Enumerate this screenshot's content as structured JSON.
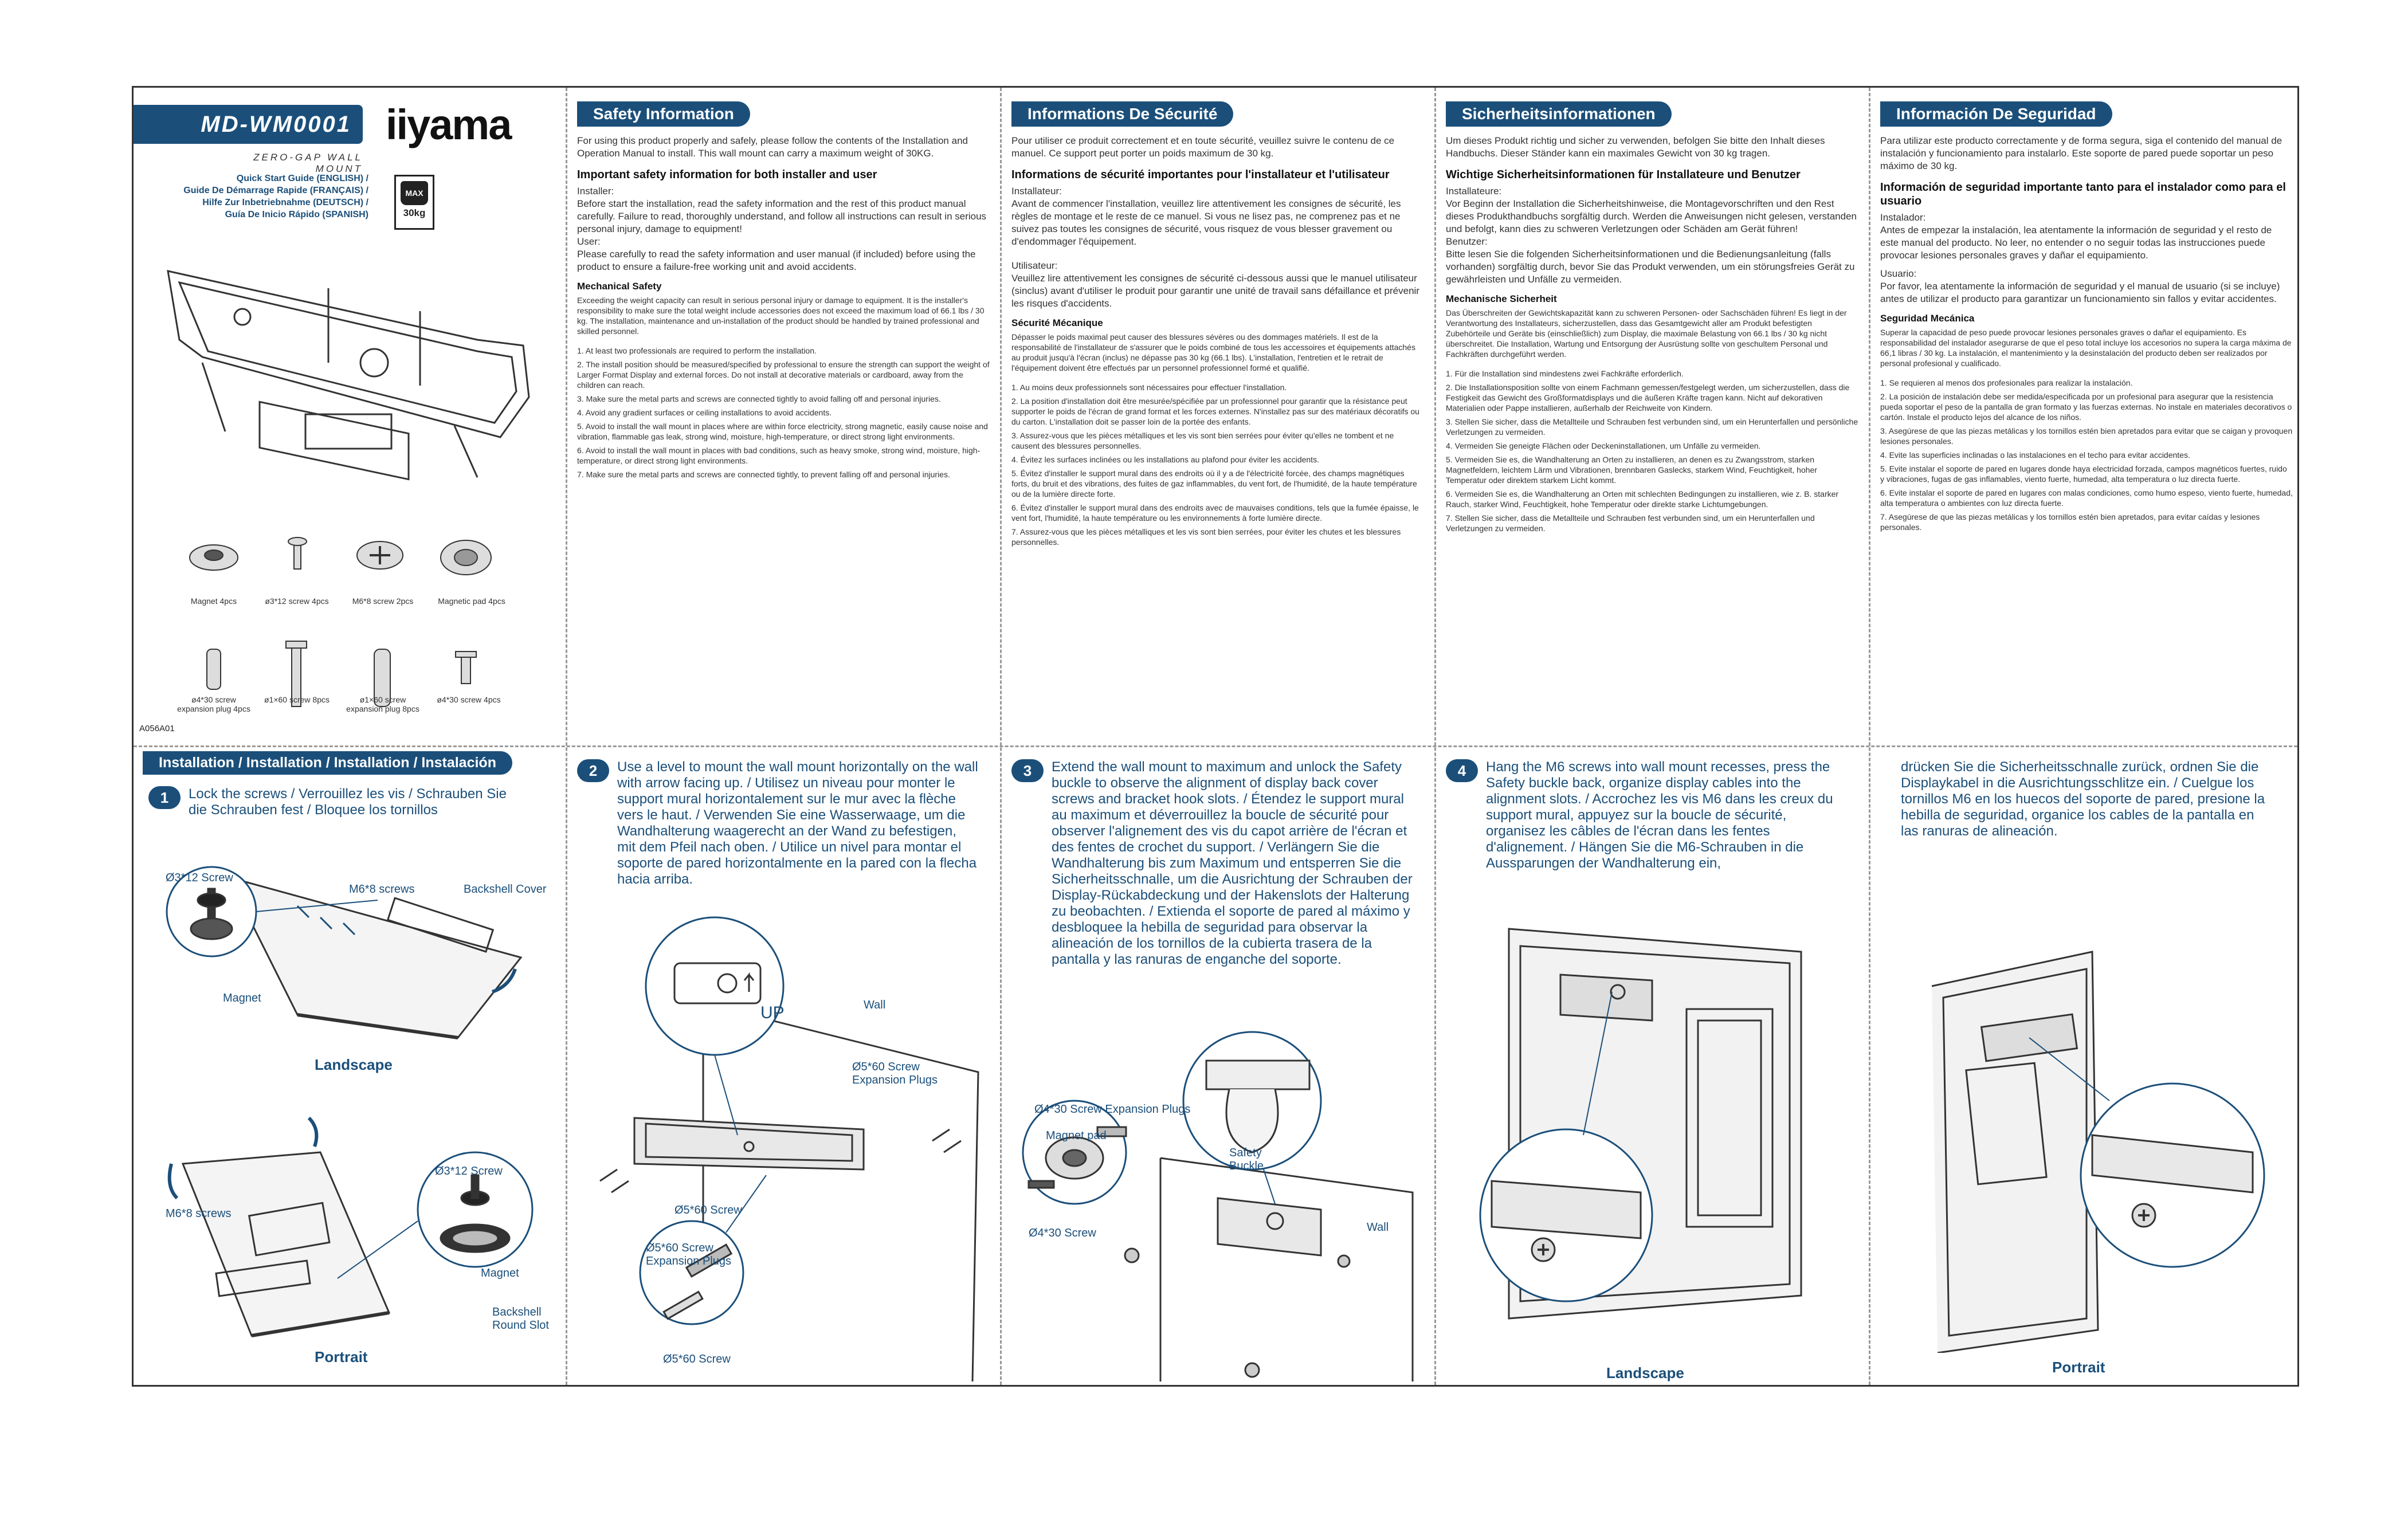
{
  "header": {
    "model": "MD-WM0001",
    "brand": "iiyama",
    "subtitle": "ZERO-GAP WALL MOUNT",
    "guides": [
      "Quick Start Guide (ENGLISH) /",
      "Guide De Démarrage Rapide (FRANÇAIS) /",
      "Hilfe Zur Inbetriebnahme (DEUTSCH) /",
      "Guía De Inicio Rápido (SPANISH)"
    ],
    "max_label": "MAX",
    "max_weight": "30kg",
    "doc_code": "A056A01"
  },
  "parts": [
    {
      "name": "Magnet 4pcs"
    },
    {
      "name": "ø3*12 screw 4pcs"
    },
    {
      "name": "M6*8 screw 2pcs"
    },
    {
      "name": "Magnetic pad 4pcs"
    },
    {
      "name": "ø4*30 screw expansion plug 4pcs"
    },
    {
      "name": "ø1×60 screw 8pcs"
    },
    {
      "name": "ø1×60 screw expansion plug 8pcs"
    },
    {
      "name": "ø4*30 screw 4pcs"
    }
  ],
  "sections": [
    {
      "title": "Safety Information",
      "intro": "For using this product properly and safely, please follow the contents of the Installation and Operation Manual to install. This wall mount can carry a maximum weight of 30KG.",
      "heading": "Important safety information for both installer and user",
      "body": [
        "Installer:",
        "Before start the installation, read the safety information and the rest of this product manual carefully. Failure to read, thoroughly understand, and follow all instructions can result in serious personal injury, damage to equipment!",
        "User:",
        "Please carefully to read the safety information and user manual (if included) before using the product to ensure a failure-free working unit and avoid accidents."
      ],
      "mech_title": "Mechanical Safety",
      "mech_body": "Exceeding the weight capacity can result in serious personal injury or damage to equipment. It is the installer's responsibility to make sure the total weight include accessories does not exceed the maximum load of 66.1 lbs / 30 kg. The installation, maintenance and un-installation of the product should be handled by trained professional and skilled personnel.",
      "items": [
        "1. At least two professionals are required to perform the installation.",
        "2. The install position should be measured/specified by professional to ensure the strength can support the weight of Larger Format Display and external forces. Do not install at decorative materials or cardboard, away from the children can reach.",
        "3. Make sure the metal parts and screws are connected tightly to avoid falling off and personal injuries.",
        "4. Avoid any gradient surfaces or ceiling installations to avoid accidents.",
        "5. Avoid to install the wall mount in places where are within force electricity, strong magnetic, easily cause noise and vibration, flammable gas leak, strong wind, moisture, high-temperature, or direct strong light environments.",
        "6. Avoid to install the wall mount in places with bad conditions, such as heavy smoke, strong wind, moisture, high-temperature, or direct strong light environments.",
        "7. Make sure the metal parts and screws are connected tightly, to prevent falling off and personal injuries."
      ]
    },
    {
      "title": "Informations De Sécurité",
      "intro": "Pour utiliser ce produit correctement et en toute sécurité, veuillez suivre le contenu de ce manuel. Ce support peut porter un poids maximum de 30 kg.",
      "heading": "Informations de sécurité importantes pour l'installateur et l'utilisateur",
      "body": [
        "Installateur:",
        "Avant de commencer l'installation, veuillez lire attentivement les consignes de sécurité, les règles de montage et le reste de ce manuel. Si vous ne lisez pas, ne comprenez pas et ne suivez pas toutes les consignes de sécurité, vous risquez de vous blesser gravement ou d'endommager l'équipement.",
        "Utilisateur:",
        "Veuillez lire attentivement les consignes de sécurité ci-dessous aussi que le manuel utilisateur (sinclus) avant d'utiliser le produit pour garantir une unité de travail sans défaillance et prévenir les risques d'accidents."
      ],
      "mech_title": "Sécurité Mécanique",
      "mech_body": "Dépasser le poids maximal peut causer des blessures sévères ou des dommages matériels. Il est de la responsabilité de l'installateur de s'assurer que le poids combiné de tous les accessoires et équipements attachés au produit jusqu'à l'écran (inclus) ne dépasse pas 30 kg (66.1 lbs). L'installation, l'entretien et le retrait de l'équipement doivent être effectués par un personnel professionnel formé et qualifié.",
      "items": [
        "1. Au moins deux professionnels sont nécessaires pour effectuer l'installation.",
        "2. La position d'installation doit être mesurée/spécifiée par un professionnel pour garantir que la résistance peut supporter le poids de l'écran de grand format et les forces externes. N'installez pas sur des matériaux décoratifs ou du carton. L'installation doit se passer loin de la portée des enfants.",
        "3. Assurez-vous que les pièces métalliques et les vis sont bien serrées pour éviter qu'elles ne tombent et ne causent des blessures personnelles.",
        "4. Évitez les surfaces inclinées ou les installations au plafond pour éviter les accidents.",
        "5. Évitez d'installer le support mural dans des endroits où il y a de l'électricité forcée, des champs magnétiques forts, du bruit et des vibrations, des fuites de gaz inflammables, du vent fort, de l'humidité, de la haute température ou de la lumière directe forte.",
        "6. Évitez d'installer le support mural dans des endroits avec de mauvaises conditions, tels que la fumée épaisse, le vent fort, l'humidité, la haute température ou les environnements à forte lumière directe.",
        "7. Assurez-vous que les pièces métalliques et les vis sont bien serrées, pour éviter les chutes et les blessures personnelles."
      ]
    },
    {
      "title": "Sicherheitsinformationen",
      "intro": "Um dieses Produkt richtig und sicher zu verwenden, befolgen Sie bitte den Inhalt dieses Handbuchs. Dieser Ständer kann ein maximales Gewicht von 30 kg tragen.",
      "heading": "Wichtige Sicherheitsinformationen für Installateure und Benutzer",
      "body": [
        "Installateure:",
        "Vor Beginn der Installation die Sicherheitshinweise, die Montagevorschriften und den Rest dieses Produkthandbuchs sorgfältig durch. Werden die Anweisungen nicht gelesen, verstanden und befolgt, kann dies zu schweren Verletzungen oder Schäden am Gerät führen!",
        "Benutzer:",
        "Bitte lesen Sie die folgenden Sicherheitsinformationen und die Bedienungsanleitung (falls vorhanden) sorgfältig durch, bevor Sie das Produkt verwenden, um ein störungsfreies Gerät zu gewährleisten und Unfälle zu vermeiden."
      ],
      "mech_title": "Mechanische Sicherheit",
      "mech_body": "Das Überschreiten der Gewichtskapazität kann zu schweren Personen- oder Sachschäden führen! Es liegt in der Verantwortung des Installateurs, sicherzustellen, dass das Gesamtgewicht aller am Produkt befestigten Zubehörteile und Geräte bis (einschließlich) zum Display, die maximale Belastung von 66.1 lbs / 30 kg nicht überschreitet. Die Installation, Wartung und Entsorgung der Ausrüstung sollte von geschultem Personal und Fachkräften durchgeführt werden.",
      "items": [
        "1. Für die Installation sind mindestens zwei Fachkräfte erforderlich.",
        "2. Die Installationsposition sollte von einem Fachmann gemessen/festgelegt werden, um sicherzustellen, dass die Festigkeit das Gewicht des Großformatdisplays und die äußeren Kräfte tragen kann. Nicht auf dekorativen Materialien oder Pappe installieren, außerhalb der Reichweite von Kindern.",
        "3. Stellen Sie sicher, dass die Metallteile und Schrauben fest verbunden sind, um ein Herunterfallen und persönliche Verletzungen zu vermeiden.",
        "4. Vermeiden Sie geneigte Flächen oder Deckeninstallationen, um Unfälle zu vermeiden.",
        "5. Vermeiden Sie es, die Wandhalterung an Orten zu installieren, an denen es zu Zwangsstrom, starken Magnetfeldern, leichtem Lärm und Vibrationen, brennbaren Gaslecks, starkem Wind, Feuchtigkeit, hoher Temperatur oder direktem starkem Licht kommt.",
        "6. Vermeiden Sie es, die Wandhalterung an Orten mit schlechten Bedingungen zu installieren, wie z. B. starker Rauch, starker Wind, Feuchtigkeit, hohe Temperatur oder direkte starke Lichtumgebungen.",
        "7. Stellen Sie sicher, dass die Metallteile und Schrauben fest verbunden sind, um ein Herunterfallen und Verletzungen zu vermeiden."
      ]
    },
    {
      "title": "Información De Seguridad",
      "intro": "Para utilizar este producto correctamente y de forma segura, siga el contenido del manual de instalación y funcionamiento para instalarlo. Este soporte de pared puede soportar un peso máximo de 30 kg.",
      "heading": "Información de seguridad importante tanto para el instalador como para el usuario",
      "body": [
        "Instalador:",
        "Antes de empezar la instalación, lea atentamente la información de seguridad y el resto de este manual del producto. No leer, no entender o no seguir todas las instrucciones puede provocar lesiones personales graves y dañar el equipamiento.",
        "Usuario:",
        "Por favor, lea atentamente la información de seguridad y el manual de usuario (si se incluye) antes de utilizar el producto para garantizar un funcionamiento sin fallos y evitar accidentes."
      ],
      "mech_title": "Seguridad Mecánica",
      "mech_body": "Superar la capacidad de peso puede provocar lesiones personales graves o dañar el equipamiento. Es responsabilidad del instalador asegurarse de que el peso total incluye los accesorios no supera la carga máxima de 66,1 libras / 30 kg. La instalación, el mantenimiento y la desinstalación del producto deben ser realizados por personal profesional y cualificado.",
      "items": [
        "1. Se requieren al menos dos profesionales para realizar la instalación.",
        "2. La posición de instalación debe ser medida/especificada por un profesional para asegurar que la resistencia pueda soportar el peso de la pantalla de gran formato y las fuerzas externas. No instale en materiales decorativos o cartón. Instale el producto lejos del alcance de los niños.",
        "3. Asegúrese de que las piezas metálicas y los tornillos estén bien apretados para evitar que se caigan y provoquen lesiones personales.",
        "4. Evite las superficies inclinadas o las instalaciones en el techo para evitar accidentes.",
        "5. Evite instalar el soporte de pared en lugares donde haya electricidad forzada, campos magnéticos fuertes, ruido y vibraciones, fugas de gas inflamables, viento fuerte, humedad, alta temperatura o luz directa fuerte.",
        "6. Evite instalar el soporte de pared en lugares con malas condiciones, como humo espeso, viento fuerte, humedad, alta temperatura o ambientes con luz directa fuerte.",
        "7. Asegúrese de que las piezas metálicas y los tornillos estén bien apretados, para evitar caídas y lesiones personales."
      ]
    }
  ],
  "install": {
    "title": "Installation / Installation / Installation / Instalación",
    "step1": {
      "no": "1",
      "text": "Lock the screws / Verrouillez les vis / Schrauben Sie die Schrauben fest / Bloquee los tornillos"
    },
    "labels": {
      "s312": "Ø3*12 Screw",
      "m68": "M6*8 screws",
      "backshell": "Backshell Cover",
      "magnet": "Magnet",
      "landscape": "Landscape",
      "portrait": "Portrait",
      "round_slot": "Backshell Round Slot"
    },
    "step2": {
      "no": "2",
      "text": "Use a level to mount the wall mount horizontally on the wall with arrow facing up. / Utilisez un niveau pour monter le support mural horizontalement sur le mur avec la flèche vers le haut. / Verwenden Sie eine Wasserwaage, um die Wandhalterung waagerecht an der Wand zu befestigen, mit dem Pfeil nach oben. / Utilice un nivel para montar el soporte de pared horizontalmente en la pared con la flecha hacia arriba.",
      "up": "UP",
      "wall": "Wall",
      "plugs": "Ø5*60 Screw Expansion Plugs",
      "screw": "Ø5*60 Screw"
    },
    "step3": {
      "no": "3",
      "text": "Extend the wall mount to maximum and unlock the Safety buckle to observe the alignment of display back cover screws and bracket hook slots. / Étendez le support mural au maximum et déverrouillez la boucle de sécurité pour observer l'alignement des vis du capot arrière de l'écran et des fentes de crochet du support. / Verlängern Sie die Wandhalterung bis zum Maximum und entsperren Sie die Sicherheitsschnalle, um die Ausrichtung der Schrauben der Display-Rückabdeckung und der Hakenslots der Halterung zu beobachten. / Extienda el soporte de pared al máximo y desbloquee la hebilla de seguridad para observar la alineación de los tornillos de la cubierta trasera de la pantalla y las ranuras de enganche del soporte.",
      "plugs": "Ø4*30 Screw Expansion Plugs",
      "pad": "Magnet pad",
      "screw": "Ø4*30 Screw",
      "buckle": "Safety Buckle",
      "wall": "Wall"
    },
    "step4": {
      "no": "4",
      "text": "Hang the M6 screws into wall mount recesses, press the Safety buckle back, organize display cables into the alignment slots. / Accrochez les vis M6 dans les creux du support mural, appuyez sur la boucle de sécurité, organisez les câbles de l'écran dans les fentes d'alignement. / Hängen Sie die M6-Schrauben in die Aussparungen der Wandhalterung ein,",
      "cont": "drücken Sie die Sicherheitsschnalle zurück, ordnen Sie die Displaykabel in die Ausrichtungsschlitze ein. / Cuelgue los tornillos M6 en los huecos del soporte de pared, presione la hebilla de seguridad, organice los cables de la pantalla en las ranuras de alineación.",
      "landscape": "Landscape",
      "portrait": "Portrait"
    }
  }
}
